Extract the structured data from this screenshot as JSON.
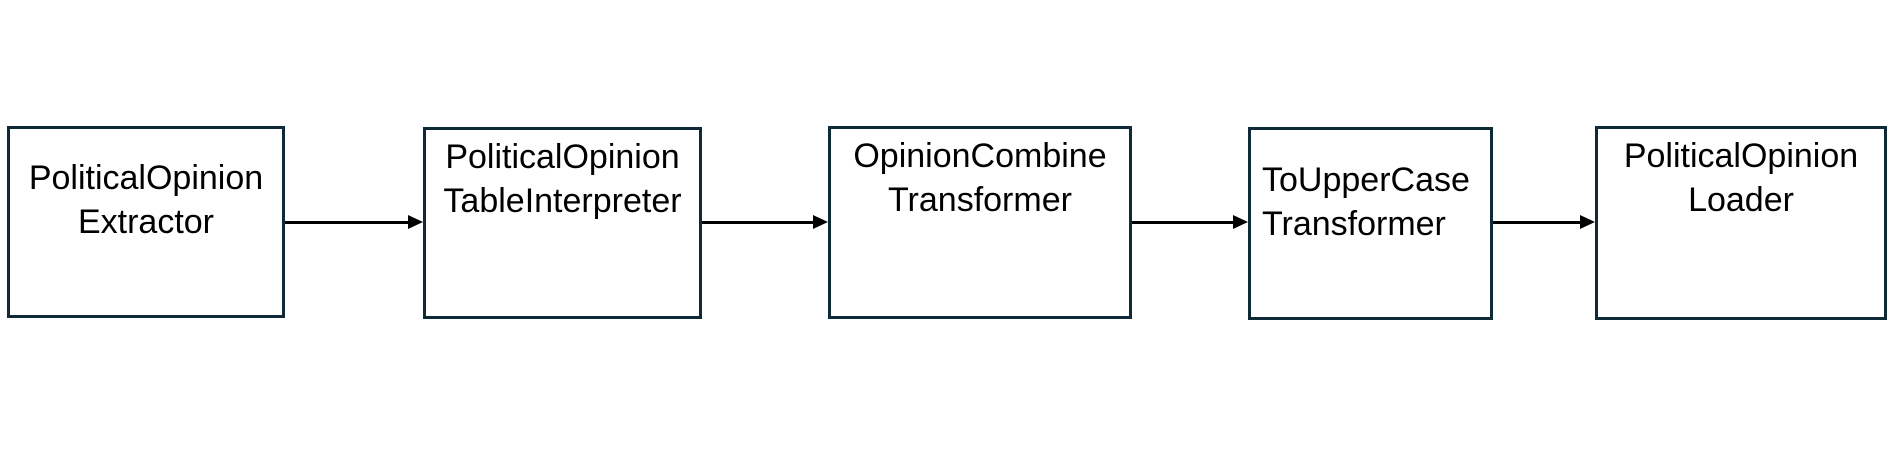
{
  "diagram": {
    "type": "flowchart-pipeline",
    "background_color": "#ffffff",
    "node_border_color": "#0e2a38",
    "node_fill_color": "#ffffff",
    "text_color": "#000000",
    "arrow_color": "#000000",
    "nodes": [
      {
        "id": "politicalopinion-extractor",
        "label": "PoliticalOpinion\nExtractor"
      },
      {
        "id": "politicalopinion-tableinterpreter",
        "label": "PoliticalOpinion\nTableInterpreter"
      },
      {
        "id": "opinioncombine-transformer",
        "label": "OpinionCombine\nTransformer"
      },
      {
        "id": "touppercase-transformer",
        "label": "ToUpperCase\nTransformer"
      },
      {
        "id": "politicalopinion-loader",
        "label": "PoliticalOpinion\nLoader"
      }
    ],
    "edges": [
      {
        "from": "politicalopinion-extractor",
        "to": "politicalopinion-tableinterpreter"
      },
      {
        "from": "politicalopinion-tableinterpreter",
        "to": "opinioncombine-transformer"
      },
      {
        "from": "opinioncombine-transformer",
        "to": "touppercase-transformer"
      },
      {
        "from": "touppercase-transformer",
        "to": "politicalopinion-loader"
      }
    ]
  }
}
